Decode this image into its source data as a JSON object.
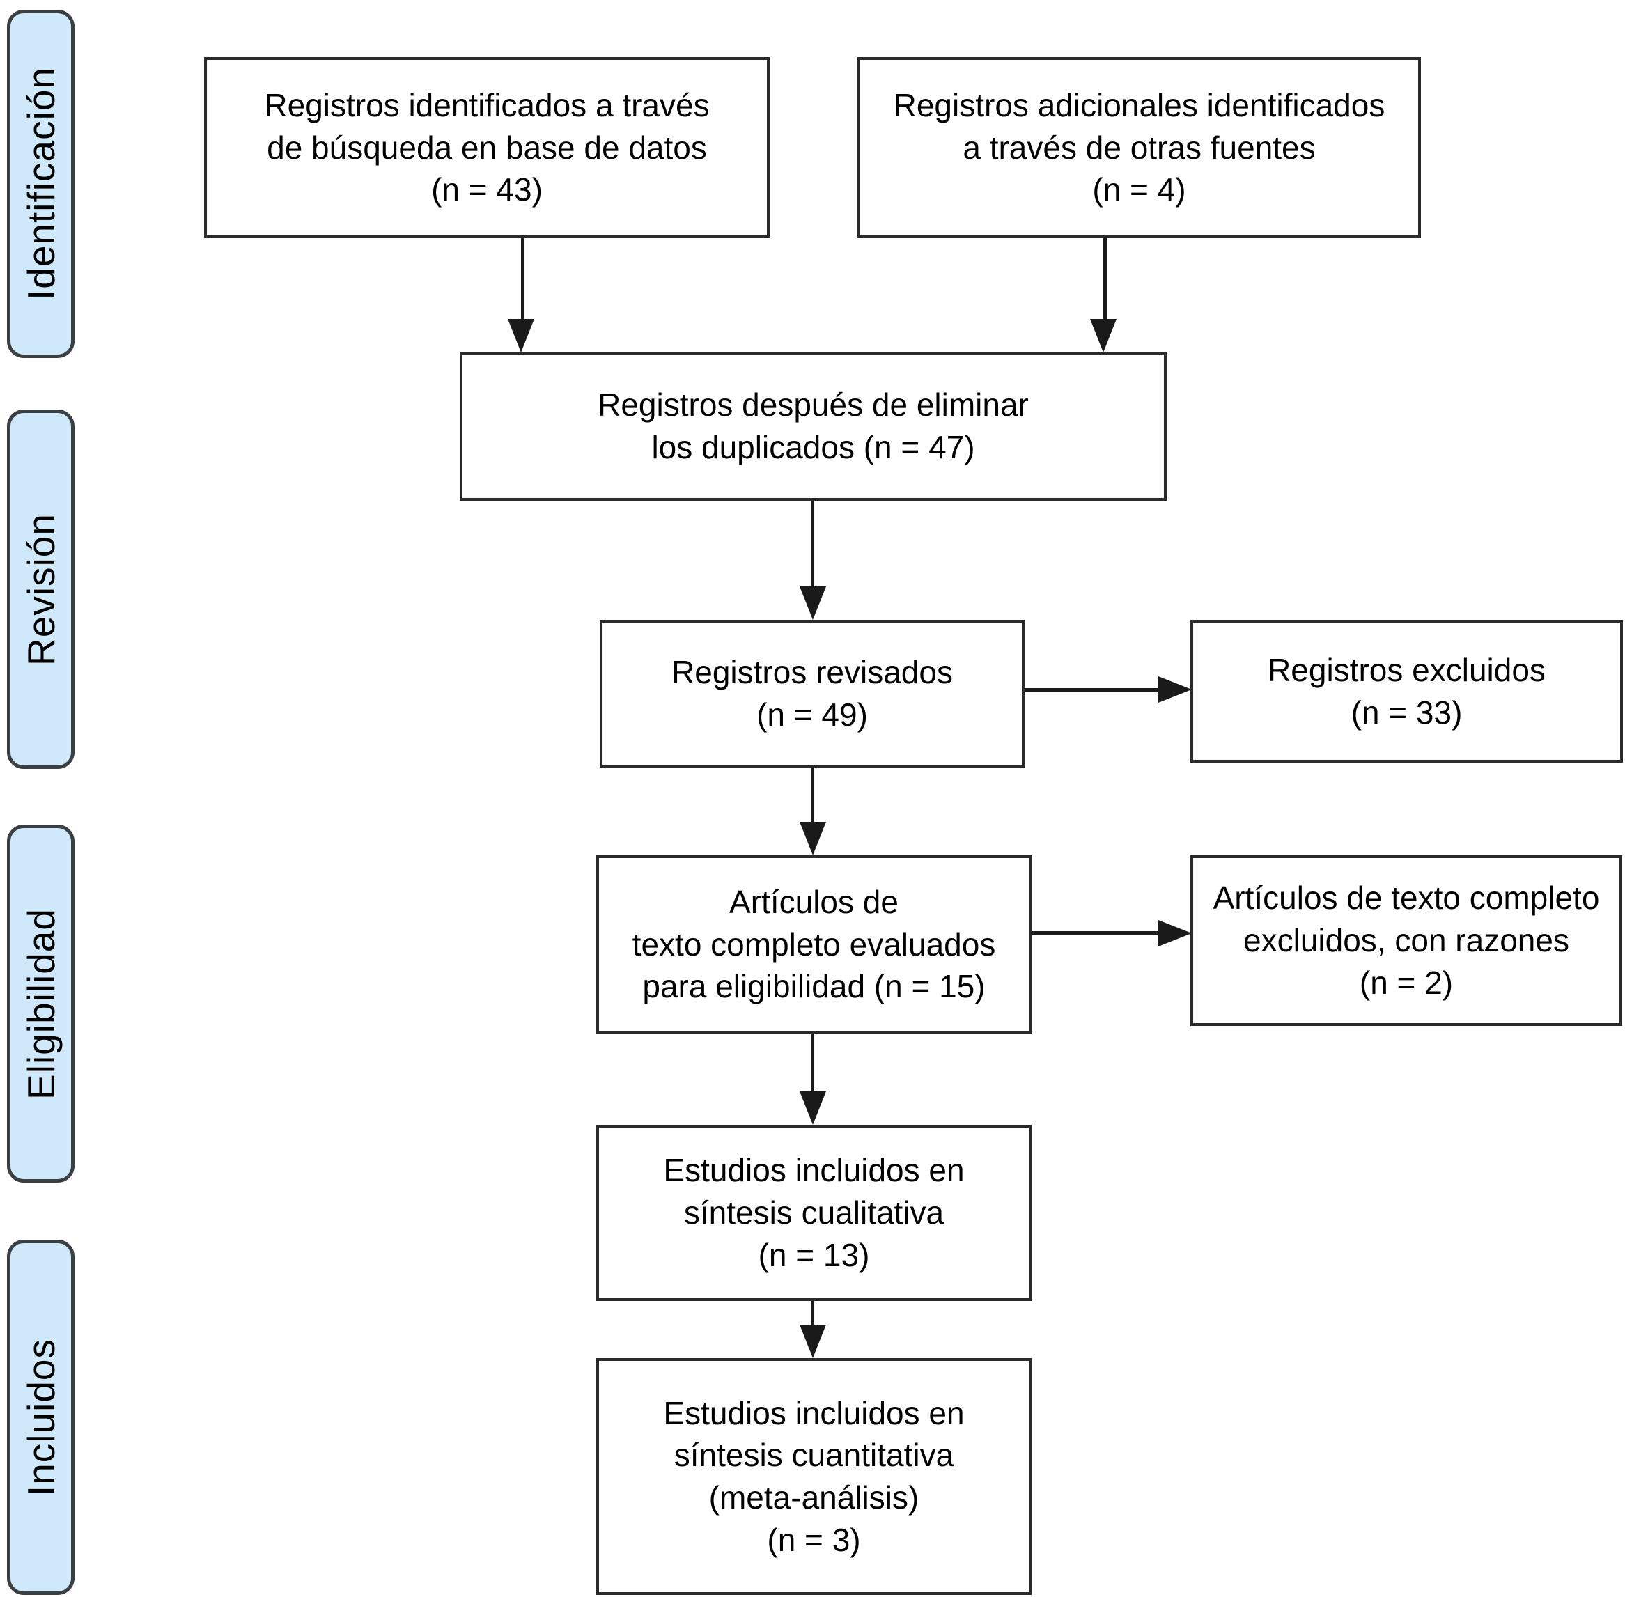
{
  "diagram": {
    "kind": "prisma-flow-diagram",
    "language": "es"
  },
  "colors": {
    "background": "#ffffff",
    "stage_fill": "#cfe9fa",
    "stage_border": "#3a3f44",
    "box_border": "#2a2a2a",
    "arrow": "#1a1a1a",
    "text": "#000000"
  },
  "sidebar": {
    "stages": [
      {
        "id": "identificacion",
        "label": "Identificación"
      },
      {
        "id": "revision",
        "label": "Revisión"
      },
      {
        "id": "eligibilidad",
        "label": "Eligibilidad"
      },
      {
        "id": "incluidos",
        "label": "Incluidos"
      }
    ]
  },
  "boxes": {
    "identified_db": {
      "n": 43,
      "lines": [
        "Registros identificados a través",
        "de búsqueda en base de datos",
        "(n = 43)"
      ]
    },
    "identified_other": {
      "n": 4,
      "lines": [
        "Registros adicionales identificados",
        "a través de otras fuentes",
        "(n = 4)"
      ]
    },
    "after_duplicates": {
      "n": 47,
      "lines": [
        "Registros después de eliminar",
        "los duplicados (n = 47)"
      ]
    },
    "screened": {
      "n": 49,
      "lines": [
        "Registros revisados",
        "(n = 49)"
      ]
    },
    "records_excluded": {
      "n": 33,
      "lines": [
        "Registros excluidos",
        "(n = 33)"
      ]
    },
    "fulltext_assessed": {
      "n": 15,
      "lines": [
        "Artículos de",
        "texto completo evaluados",
        "para eligibilidad (n = 15)"
      ]
    },
    "fulltext_excluded": {
      "n": 2,
      "lines": [
        "Artículos de texto completo",
        "excluidos, con razones",
        "(n = 2)"
      ]
    },
    "qualitative_synthesis": {
      "n": 13,
      "lines": [
        "Estudios incluidos en",
        "síntesis cualitativa",
        "(n = 13)"
      ]
    },
    "quantitative_synthesis": {
      "n": 3,
      "lines": [
        "Estudios incluidos en",
        "síntesis cuantitativa",
        "(meta-análisis)",
        "(n = 3)"
      ]
    }
  }
}
